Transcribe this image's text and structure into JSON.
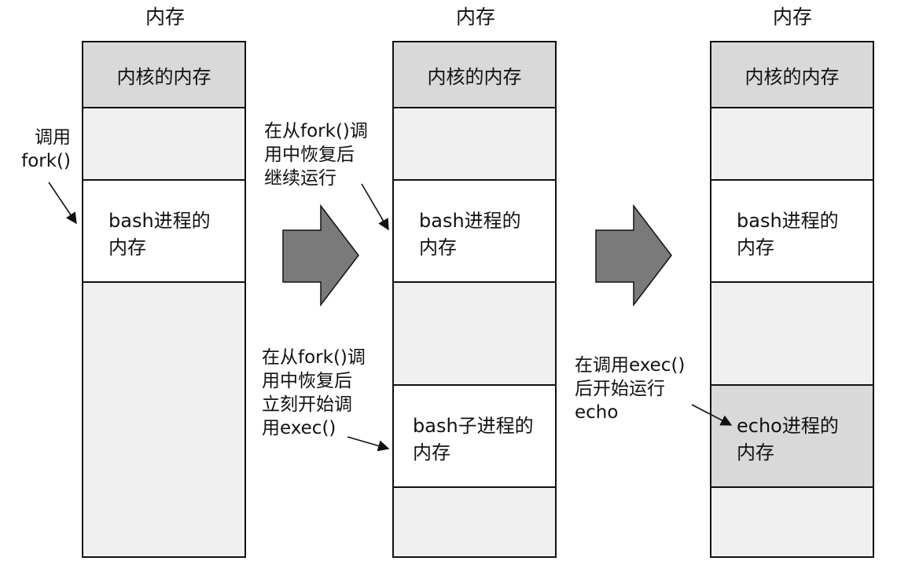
{
  "columns": [
    {
      "title": "内存",
      "kernel": "内核的内存",
      "process": {
        "line1": "bash进程的",
        "line2": "内存"
      }
    },
    {
      "title": "内存",
      "kernel": "内核的内存",
      "process": {
        "line1": "bash进程的",
        "line2": "内存"
      },
      "child": {
        "line1": "bash子进程的",
        "line2": "内存"
      }
    },
    {
      "title": "内存",
      "kernel": "内核的内存",
      "process": {
        "line1": "bash进程的",
        "line2": "内存"
      },
      "child": {
        "line1": "echo进程的",
        "line2": "内存"
      }
    }
  ],
  "annotations": {
    "call_fork": [
      "调用",
      "fork()"
    ],
    "parent_resume": [
      "在从fork()调",
      "用中恢复后",
      "继续运行"
    ],
    "child_resume": [
      "在从fork()调",
      "用中恢复后",
      "立刻开始调",
      "用exec()"
    ],
    "exec_start": [
      "在调用exec()",
      "后开始运行",
      "echo"
    ]
  },
  "colors": {
    "kernel_fill": "#d9d9d9",
    "free_fill": "#f0f0f0",
    "process_fill": "#ffffff",
    "arrow_fill": "#7a7a7a"
  }
}
